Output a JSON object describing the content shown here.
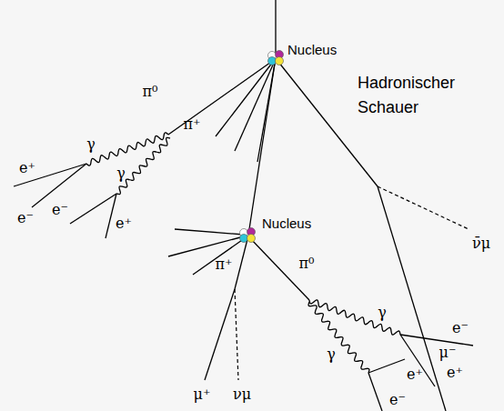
{
  "diagram": {
    "labels": [
      "Nucleus",
      "Hadronischer Schauer",
      "π⁰",
      "π⁺",
      "γ",
      "γ",
      "e⁺",
      "e⁻",
      "e⁻",
      "e⁺",
      "Nucleus",
      "ν̄μ",
      "π⁺",
      "π⁰",
      "γ",
      "e⁻",
      "μ⁻",
      "e⁺",
      "γ",
      "e⁺",
      "e⁻",
      "μ⁺",
      "νμ"
    ]
  }
}
